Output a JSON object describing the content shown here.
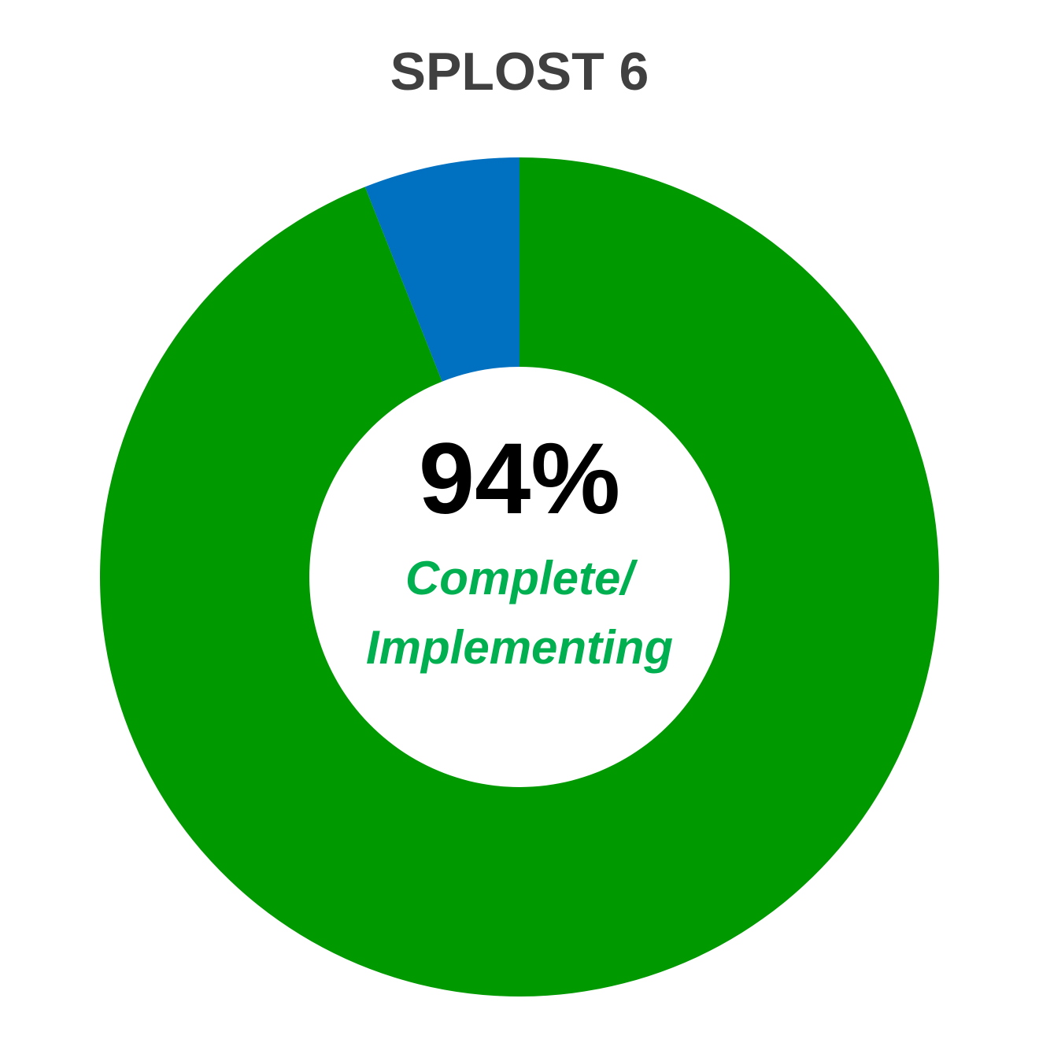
{
  "chart_data": {
    "type": "pie",
    "variant": "donut",
    "title": "SPLOST 6",
    "slices": [
      {
        "value": 94,
        "color": "#009900"
      },
      {
        "value": 6,
        "color": "#0070C0"
      }
    ],
    "center_value": "94%",
    "center_label": [
      "Complete/",
      "Implementing"
    ],
    "center_label_color": "#00B050",
    "legend": "none"
  }
}
